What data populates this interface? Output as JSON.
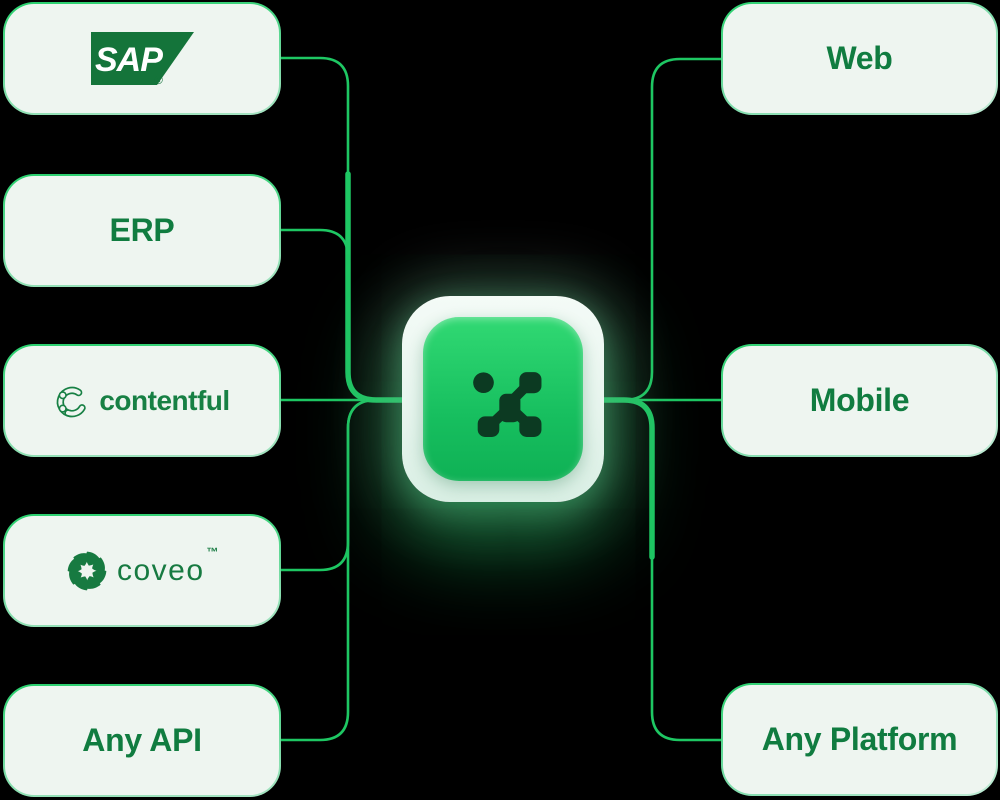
{
  "diagram": {
    "description": "Composable integration diagram: source systems on the left connect through a central green connector hub to delivery targets on the right",
    "left_nodes": [
      {
        "id": "sap",
        "kind": "logo",
        "label": "SAP",
        "registered_mark": "®"
      },
      {
        "id": "erp",
        "kind": "text",
        "label": "ERP"
      },
      {
        "id": "contentful",
        "kind": "logo",
        "label": "contentful"
      },
      {
        "id": "coveo",
        "kind": "logo",
        "label": "coveo",
        "trademark": "™"
      },
      {
        "id": "any-api",
        "kind": "text",
        "label": "Any API"
      }
    ],
    "right_nodes": [
      {
        "id": "web",
        "label": "Web"
      },
      {
        "id": "mobile",
        "label": "Mobile"
      },
      {
        "id": "any-platform",
        "label": "Any Platform"
      }
    ],
    "hub": {
      "icon": "connector-app-mark"
    },
    "colors": {
      "background": "#000000",
      "wire_green": "#1ec763",
      "box_fill": "#eef5f0",
      "box_border_bright": "#28d06d",
      "box_border_pale": "#b9e8cf",
      "label_text": "#107c40",
      "hub_green_top": "#31d973",
      "hub_green_bottom": "#0fb155",
      "hub_plate": "#e7f5ee",
      "hub_glyph": "#0c3a22",
      "sap_green": "#14743a",
      "contentful_green": "#178044",
      "coveo_green": "#177a41"
    }
  }
}
